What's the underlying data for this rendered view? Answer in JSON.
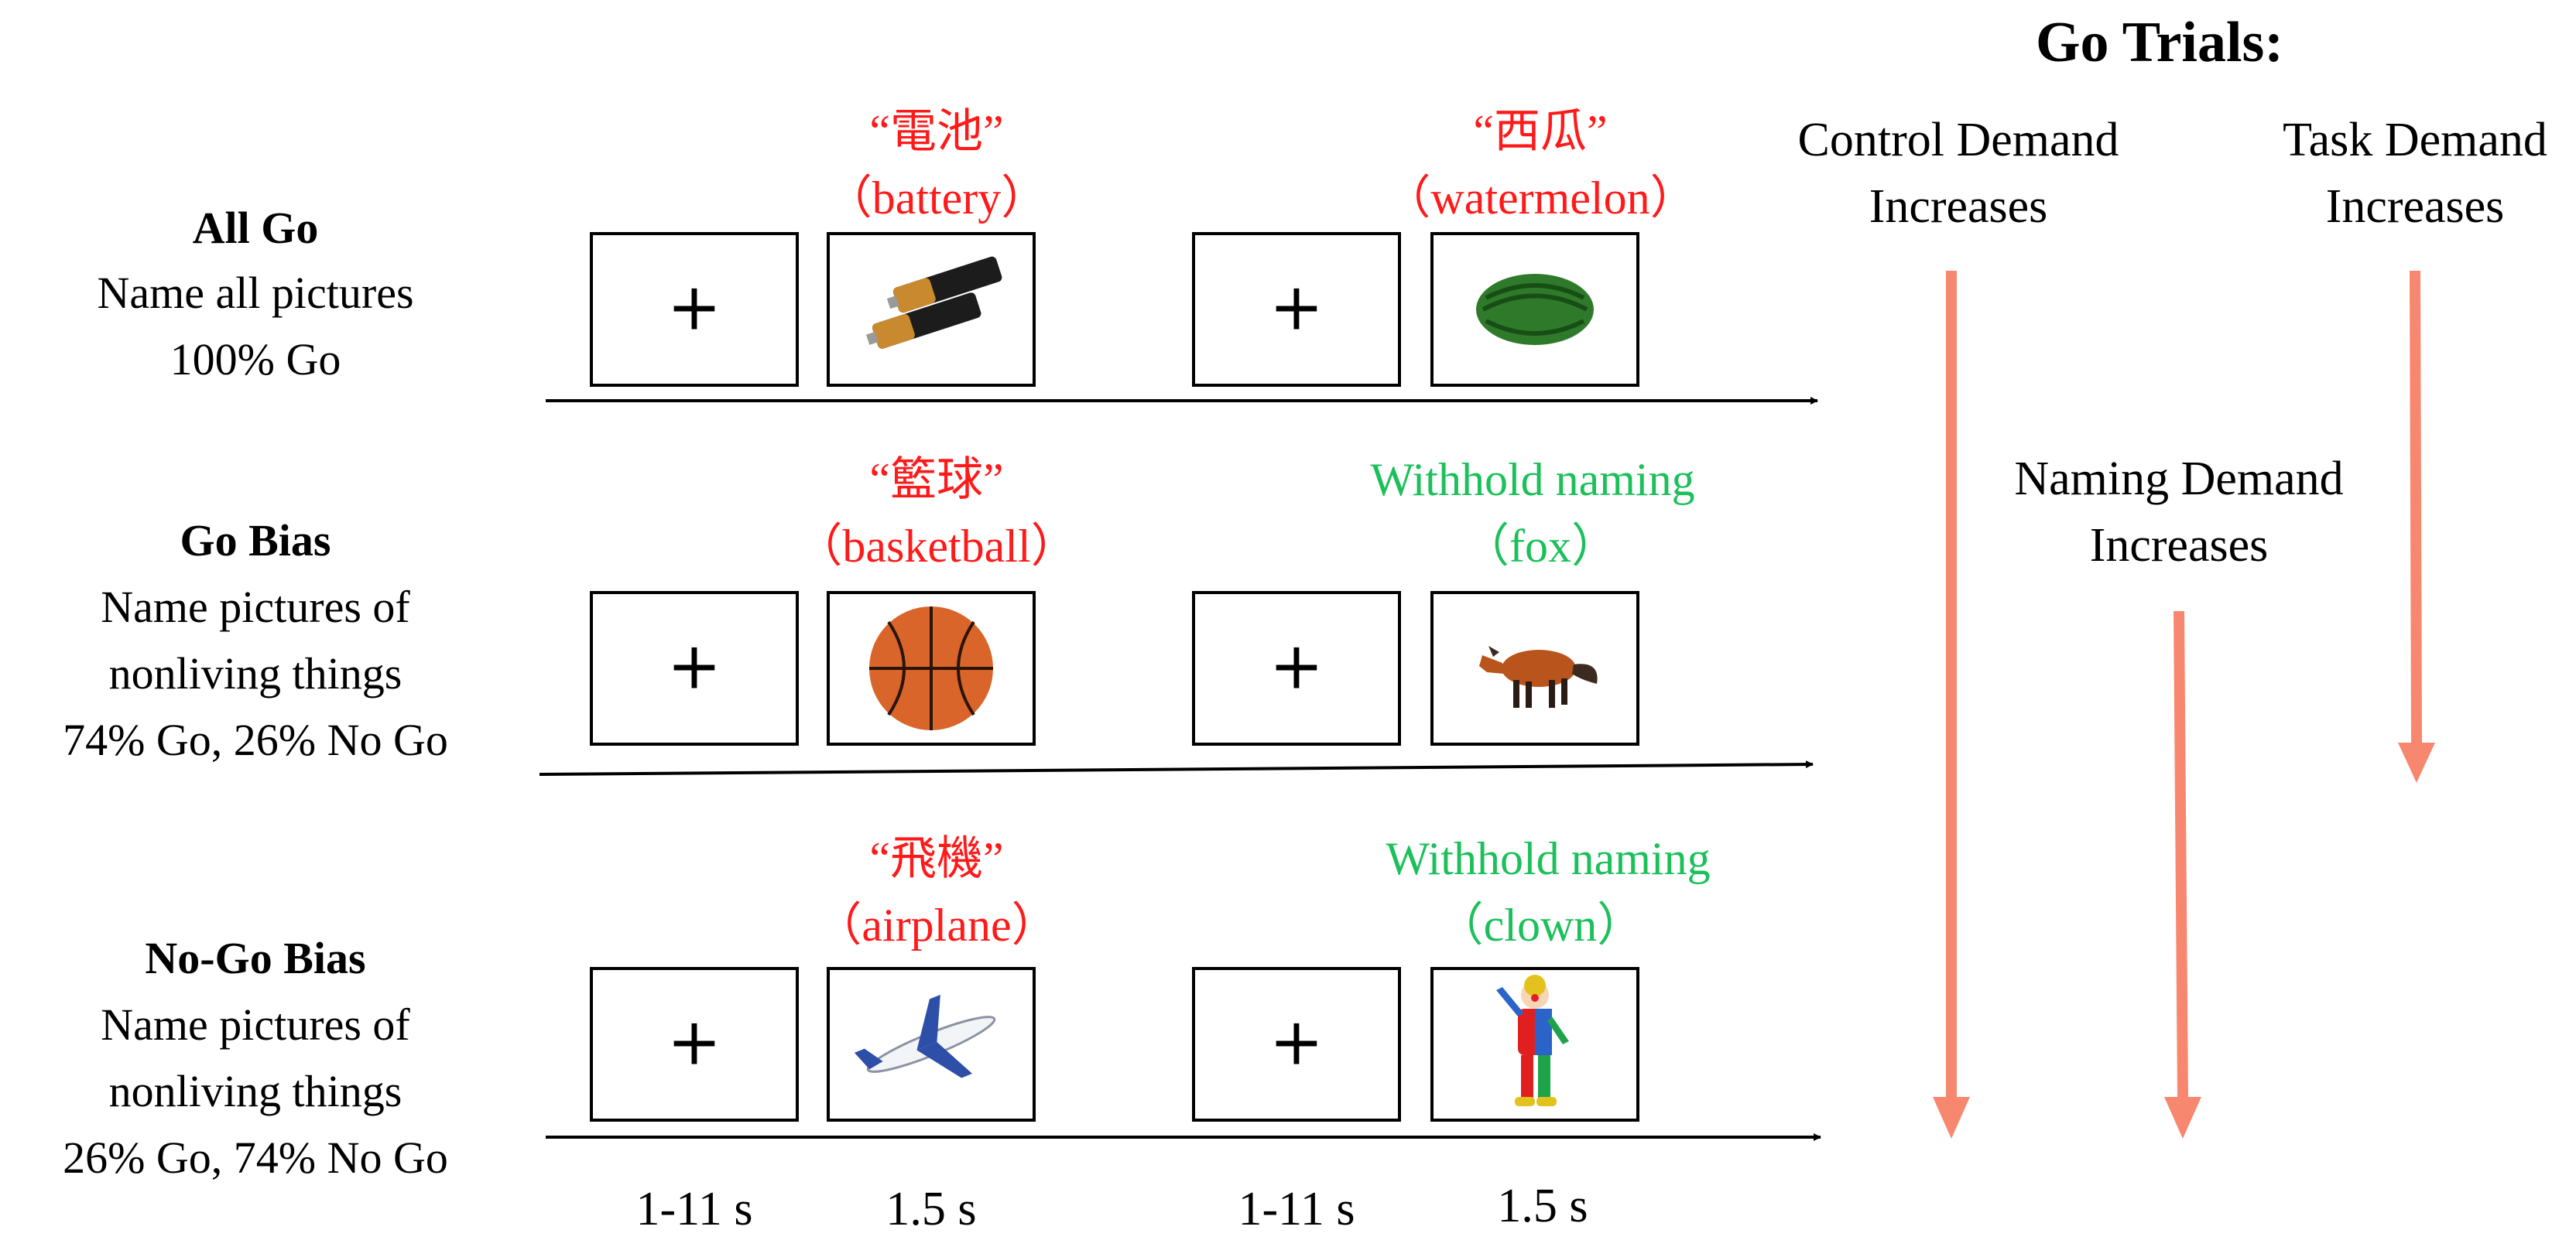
{
  "heading": "Go Trials:",
  "conditions": [
    {
      "title": "All Go",
      "lines": [
        "Name all pictures",
        "100% Go"
      ],
      "trial1": {
        "cn": "“電池”",
        "en": "（battery）",
        "image": "battery-image",
        "color": "#ff1a1a"
      },
      "trial2": {
        "cn": "“西瓜”",
        "en": "（watermelon）",
        "image": "watermelon-image",
        "color": "#ff1a1a"
      }
    },
    {
      "title": "Go Bias",
      "lines": [
        "Name pictures of",
        "nonliving things",
        "74% Go, 26% No Go"
      ],
      "trial1": {
        "cn": "“籃球”",
        "en": "（basketball）",
        "image": "basketball-image",
        "color": "#ff1a1a"
      },
      "trial2": {
        "cn": "Withhold naming",
        "en": "（fox）",
        "image": "fox-image",
        "color": "#1cc05a"
      }
    },
    {
      "title": "No-Go Bias",
      "lines": [
        "Name pictures of",
        "nonliving things",
        "26% Go, 74% No Go"
      ],
      "trial1": {
        "cn": "“飛機”",
        "en": "（airplane）",
        "image": "airplane-image",
        "color": "#ff1a1a"
      },
      "trial2": {
        "cn": "Withhold naming",
        "en": "（clown）",
        "image": "clown-image",
        "color": "#1cc05a"
      }
    }
  ],
  "fixation_symbol": "+",
  "timings": [
    "1-11 s",
    "1.5 s",
    "1-11 s",
    "1.5 s"
  ],
  "demands": {
    "control": [
      "Control Demand",
      "Increases"
    ],
    "task": [
      "Task Demand",
      "Increases"
    ],
    "naming": [
      "Naming Demand",
      "Increases"
    ]
  },
  "colors": {
    "go_label": "#ff1a1a",
    "nogo_label": "#1cc05a",
    "demand_arrow": "#f8876f"
  }
}
